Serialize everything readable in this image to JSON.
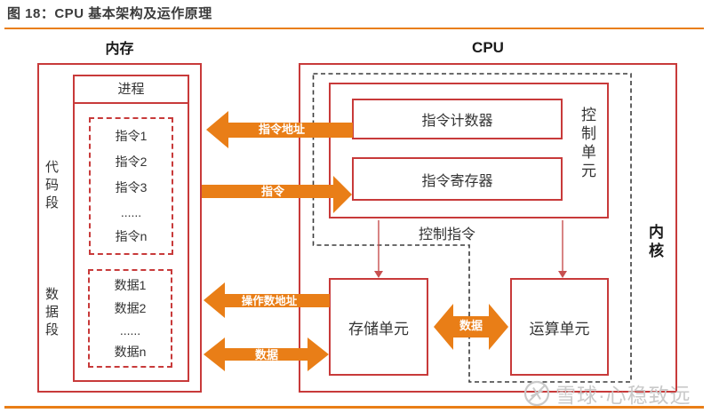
{
  "header": {
    "title": "图 18：CPU 基本架构及运作原理"
  },
  "memory": {
    "title": "内存",
    "process_label": "进程",
    "code_segment_label": "代码段",
    "data_segment_label": "数据段",
    "instructions": [
      "指令1",
      "指令2",
      "指令3",
      "......",
      "指令n"
    ],
    "data_items": [
      "数据1",
      "数据2",
      "......",
      "数据n"
    ]
  },
  "cpu": {
    "title": "CPU",
    "control_unit_label": "控制单元",
    "instruction_counter": "指令计数器",
    "instruction_register": "指令寄存器",
    "control_instruction_label": "控制指令",
    "storage_unit": "存储单元",
    "alu_unit": "运算单元",
    "core_label": "内核"
  },
  "arrows": {
    "instruction_address": "指令地址",
    "instruction": "指令",
    "operand_address": "操作数地址",
    "data_memory": "数据",
    "data_internal": "数据"
  },
  "watermark": {
    "logo": "snowball-logo",
    "text": "雪球·心稳致远"
  },
  "colors": {
    "box_red": "#C83A3A",
    "arrow_orange": "#E97E17",
    "thin_arrow_red": "#C85050",
    "dashed_black": "#3B3B3B",
    "title_gray": "#3B3B3B",
    "watermark_gray": "#C9C9C9"
  }
}
